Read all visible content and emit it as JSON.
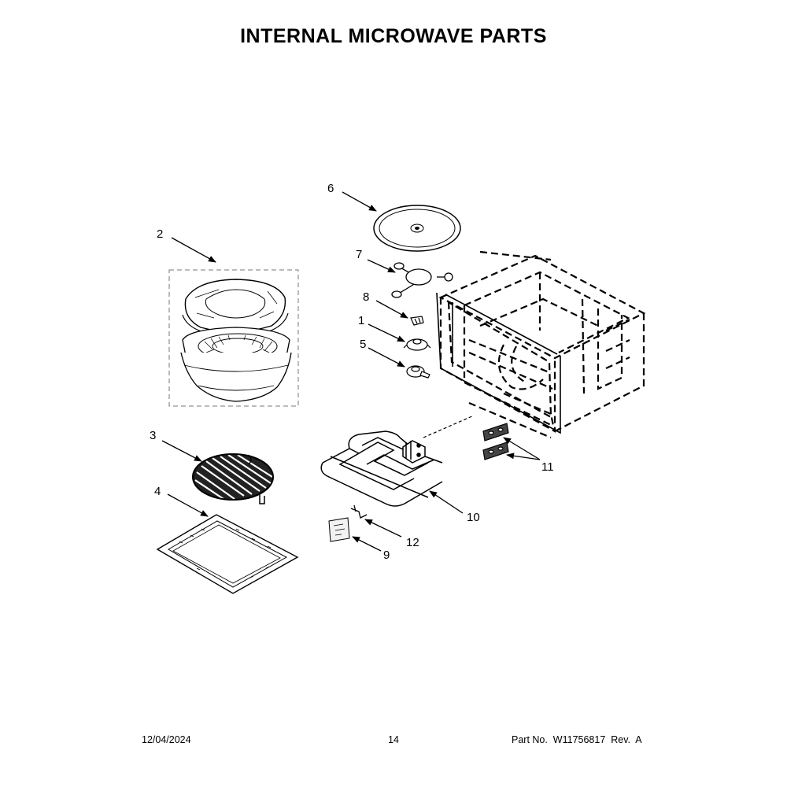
{
  "title": "INTERNAL MICROWAVE PARTS",
  "callouts": {
    "c1": "1",
    "c2": "2",
    "c3": "3",
    "c4": "4",
    "c5": "5",
    "c6": "6",
    "c7": "7",
    "c8": "8",
    "c9": "9",
    "c10": "10",
    "c11": "11",
    "c12": "12"
  },
  "footer": {
    "date": "12/04/2024",
    "page": "14",
    "part": "Part No.  W11756817  Rev.  A"
  }
}
